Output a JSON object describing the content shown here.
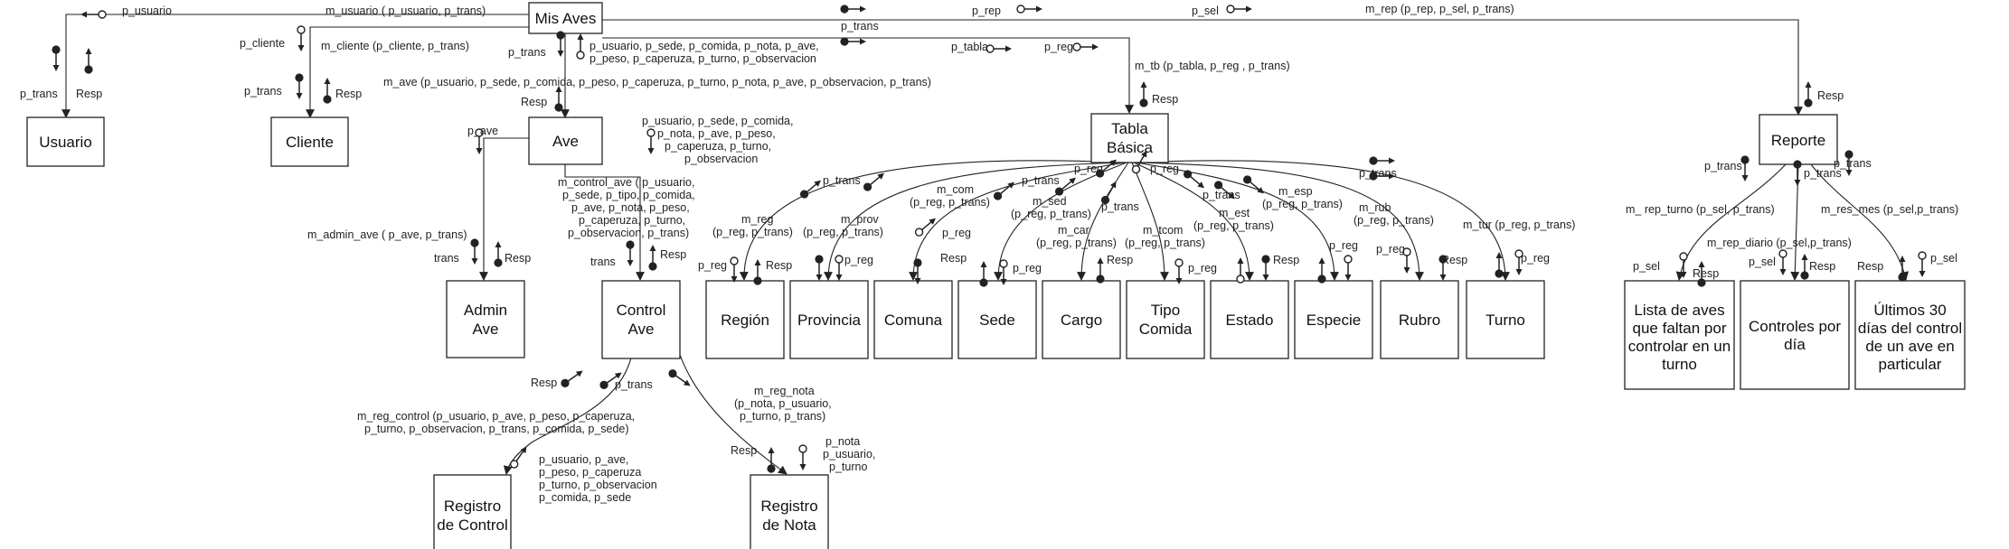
{
  "colors": {
    "ink": "#222222",
    "background": "#ffffff"
  },
  "modules": {
    "root": "Mis Aves",
    "usuario": "Usuario",
    "cliente": "Cliente",
    "ave": "Ave",
    "admin_ave": [
      "Admin",
      "Ave"
    ],
    "control_ave": [
      "Control",
      "Ave"
    ],
    "registro_control": [
      "Registro",
      "de Control"
    ],
    "registro_nota": [
      "Registro",
      "de Nota"
    ],
    "tabla_basica": [
      "Tabla",
      "Básica"
    ],
    "region": "Región",
    "provincia": "Provincia",
    "comuna": "Comuna",
    "sede": "Sede",
    "cargo": "Cargo",
    "tipo_comida": [
      "Tipo",
      "Comida"
    ],
    "estado": "Estado",
    "especie": "Especie",
    "rubro": "Rubro",
    "turno": "Turno",
    "reporte": "Reporte",
    "lista_aves": [
      "Lista de aves",
      "que faltan por",
      "controlar en un",
      "turno"
    ],
    "controles_dia": [
      "Controles por",
      "día"
    ],
    "ultimos_30": [
      "Últimos 30",
      "días del control",
      "de un ave en",
      "particular"
    ]
  },
  "calls": {
    "m_usuario": "m_usuario ( p_usuario, p_trans)",
    "m_cliente": "m_cliente (p_cliente, p_trans)",
    "m_ave": "m_ave (p_usuario, p_sede, p_comida, p_peso, p_caperuza, p_turno, p_nota, p_ave, p_observacion, p_trans)",
    "m_tb": "m_tb (p_tabla, p_reg , p_trans)",
    "m_rep": "m_rep (p_rep, p_sel, p_trans)",
    "m_admin_ave": "m_admin_ave ( p_ave, p_trans)",
    "m_control_ave": [
      "m_control_ave ( p_usuario,",
      "p_sede, p_tipo, p_comida,",
      "p_ave, p_nota, p_peso,",
      "p_caperuza, p_turno,",
      "p_observacion, p_trans)"
    ],
    "m_reg_control": [
      "m_reg_control (p_usuario, p_ave, p_peso, p_caperuza,",
      "p_turno, p_observacion, p_trans, p_comida, p_sede)"
    ],
    "m_reg_nota": [
      "m_reg_nota",
      "(p_nota, p_usuario,",
      "p_turno, p_trans)"
    ],
    "m_reg": [
      "m_reg",
      "(p_reg, p_trans)"
    ],
    "m_prov": [
      "m_prov",
      "(p_reg, p_trans)"
    ],
    "m_com": [
      "m_com",
      "(p_reg, p_trans)"
    ],
    "m_sed": [
      "m_sed",
      "(p_reg, p_trans)"
    ],
    "m_car": [
      "m_car",
      "(p_reg, p_trans)"
    ],
    "m_tcom": [
      "m_tcom",
      "(p_reg, p_trans)"
    ],
    "m_est": [
      "m_est",
      "(p_reg, p_trans)"
    ],
    "m_esp": [
      "m_esp",
      "(p_reg, p_trans)"
    ],
    "m_rub": [
      "m_rub",
      "(p_reg, p_trans)"
    ],
    "m_tur": "m_tur (p_reg, p_trans)",
    "m_rep_turno": "m_ rep_turno (p_sel, p_trans)",
    "m_rep_diario": "m_rep_diario (p_sel,p_trans)",
    "m_res_mes": "m_res_mes (p_sel,p_trans)"
  },
  "params": {
    "p_usuario": "p_usuario",
    "p_trans": "p_trans",
    "resp": "Resp",
    "trans": "trans",
    "p_cliente": "p_cliente",
    "p_ave": "p_ave",
    "p_rep": "p_rep",
    "p_sel": "p_sel",
    "p_tabla": "p_tabla",
    "p_reg": "p_reg",
    "ave_data": [
      "p_usuario, p_sede, p_comida, p_nota, p_ave,",
      "p_peso, p_caperuza, p_turno, p_observacion"
    ],
    "ave_out": [
      "p_usuario, p_sede, p_comida,",
      "p_nota, p_ave, p_peso,",
      "p_caperuza, p_turno,",
      "p_observacion"
    ],
    "reg_control_data": [
      "p_usuario, p_ave,",
      "p_peso, p_caperuza",
      "p_turno, p_observacion",
      "p_comida, p_sede"
    ],
    "reg_nota_data": [
      "p_nota",
      "p_usuario,",
      "p_turno"
    ]
  }
}
